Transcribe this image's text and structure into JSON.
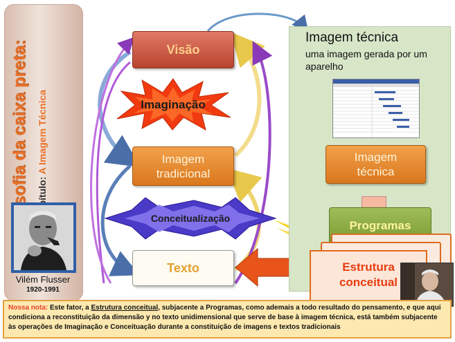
{
  "left_panel": {
    "title": "Filosofia da caixa preta:",
    "chapter_label": "capítulo:",
    "chapter_title": "A Imagem Técnica",
    "author_name": "Vilém Flusser",
    "author_years": "1920-1991"
  },
  "center": {
    "visao": "Visão",
    "imaginacao": "Imaginação",
    "imagem_tradicional_line1": "Imagem",
    "imagem_tradicional_line2": "tradicional",
    "conceitualizacao": "Conceitualização",
    "texto": "Texto"
  },
  "right_panel": {
    "title": "Imagem técnica",
    "subtitle": "uma imagem gerada por um aparelho",
    "imagem_tecnica_line1": "Imagem",
    "imagem_tecnica_line2": "técnica",
    "programas": "Programas",
    "estrutura_line1": "Estrutura",
    "estrutura_line2": "conceitual"
  },
  "note": {
    "label": "Nossa nota:",
    "part1": " Este fator, a ",
    "link": "Estrutura conceitual",
    "part2": ", subjacente a Programas, como ademais a todo resultado do pensamento, e que aqui condiciona a reconstituição da dimensão y no texto unidimensional que serve de base à imagem técnica, está também subjacente às operações de Imaginação e Conceituação durante a constituição de imagens e textos tradicionais"
  },
  "colors": {
    "accent_orange": "#e8712a",
    "visao_red": "#b8442f",
    "programas_green": "#7a9a2f",
    "panel_green": "#d8e6c8",
    "note_bg": "#fde9b0"
  }
}
